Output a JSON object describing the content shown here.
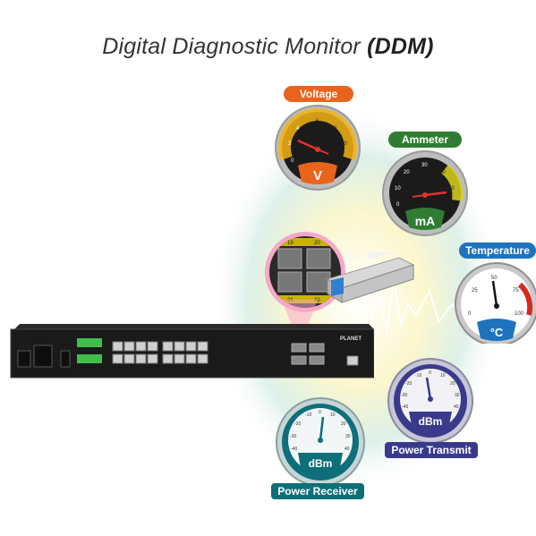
{
  "title": {
    "main": "Digital Diagnostic Monitor ",
    "accent": "(DDM)"
  },
  "colors": {
    "voltage": "#e8641c",
    "ammeter": "#2e7d32",
    "temperature": "#1e73be",
    "power_transmit": "#3a3a8c",
    "power_receiver": "#0d6f7a"
  },
  "gauges": {
    "voltage": {
      "label": "Voltage",
      "unit": "V",
      "ticks": [
        "0",
        "2",
        "4",
        "6",
        "8",
        "10",
        "12"
      ]
    },
    "ammeter": {
      "label": "Ammeter",
      "unit": "mA",
      "ticks": [
        "0",
        "10",
        "20",
        "30",
        "40",
        "50",
        "60"
      ]
    },
    "temperature": {
      "label": "Temperature",
      "unit": "°C",
      "ticks": [
        "0",
        "25",
        "50",
        "75",
        "100"
      ]
    },
    "power_transmit": {
      "label": "Power Transmit",
      "unit": "dBm",
      "ticks": [
        "-40",
        "-30",
        "-20",
        "-10",
        "0",
        "10",
        "20",
        "30",
        "40"
      ]
    },
    "power_receiver": {
      "label": "Power Receiver",
      "unit": "dBm",
      "ticks": [
        "-40",
        "-30",
        "-20",
        "-10",
        "0",
        "10",
        "20",
        "30",
        "40"
      ]
    }
  },
  "device": {
    "brand": "PLANET",
    "sfp_labels": [
      "19",
      "20",
      "21",
      "22"
    ]
  }
}
